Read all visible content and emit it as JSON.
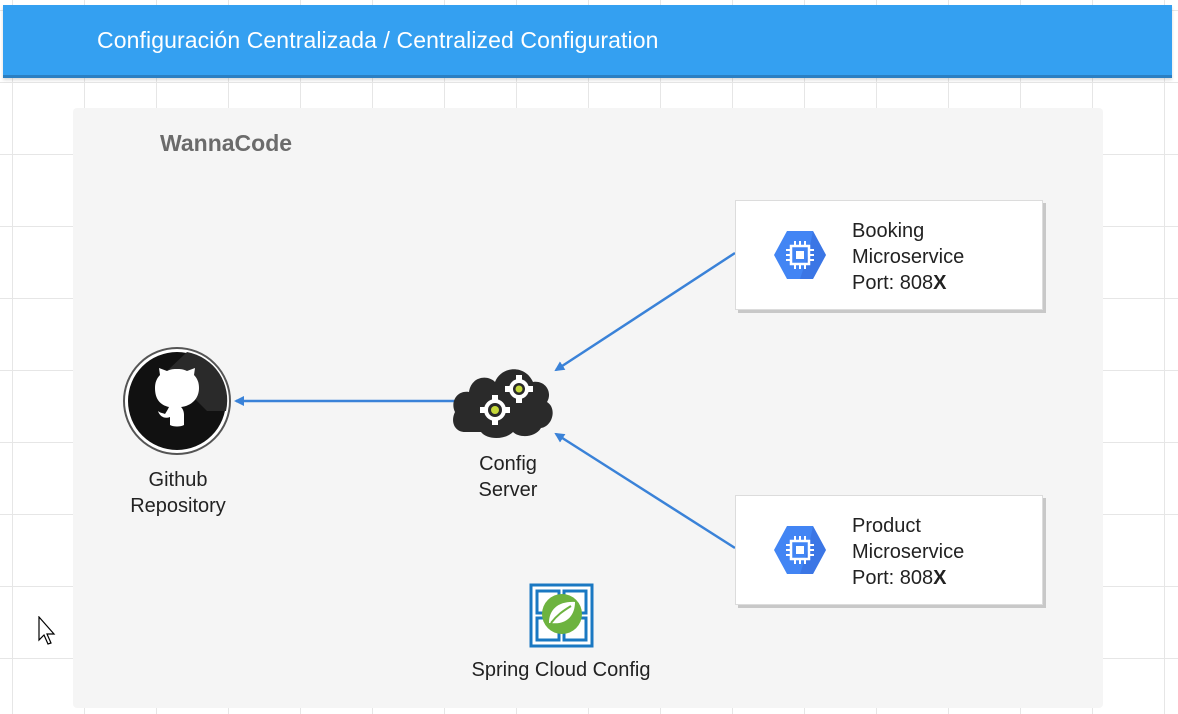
{
  "header": {
    "title": "Configuración Centralizada / Centralized Configuration"
  },
  "brand": "WannaCode",
  "nodes": {
    "github": {
      "line1": "Github",
      "line2": "Repository"
    },
    "config_server": {
      "line1": "Config",
      "line2": "Server"
    },
    "spring": {
      "label": "Spring Cloud Config"
    },
    "booking": {
      "line1": "Booking",
      "line2": "Microservice",
      "port_prefix": "Port: 808",
      "port_suffix": "X"
    },
    "product": {
      "line1": "Product",
      "line2": "Microservice",
      "port_prefix": "Port: 808",
      "port_suffix": "X"
    }
  },
  "colors": {
    "header": "#34a0f1",
    "arrow": "#3a82d8",
    "compute_icon": "#4285f4",
    "spring_leaf": "#6db33f",
    "spring_frame": "#1a78c2"
  }
}
